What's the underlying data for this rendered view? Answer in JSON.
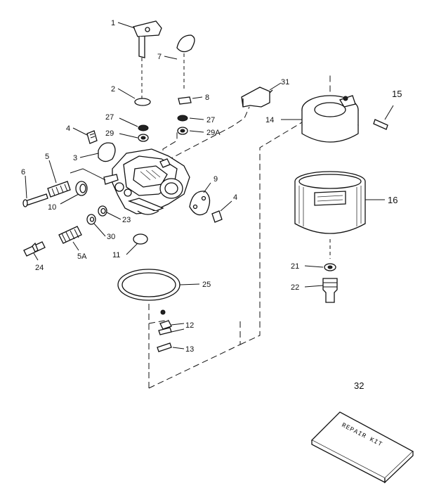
{
  "diagram": {
    "callouts": {
      "p1": "1",
      "p2": "2",
      "p3": "3",
      "p4a": "4",
      "p4b": "4",
      "p5": "5",
      "p5a": "5A",
      "p6": "6",
      "p7": "7",
      "p8": "8",
      "p9": "9",
      "p10": "10",
      "p11": "11",
      "p12": "12",
      "p13": "13",
      "p14": "14",
      "p15": "15",
      "p16": "16",
      "p21": "21",
      "p22": "22",
      "p23": "23",
      "p24": "24",
      "p25": "25",
      "p27a": "27",
      "p27b": "27",
      "p29": "29",
      "p29a": "29A",
      "p30": "30",
      "p31": "31",
      "p32": "32"
    },
    "kit_label": "REPAIR KIT"
  }
}
